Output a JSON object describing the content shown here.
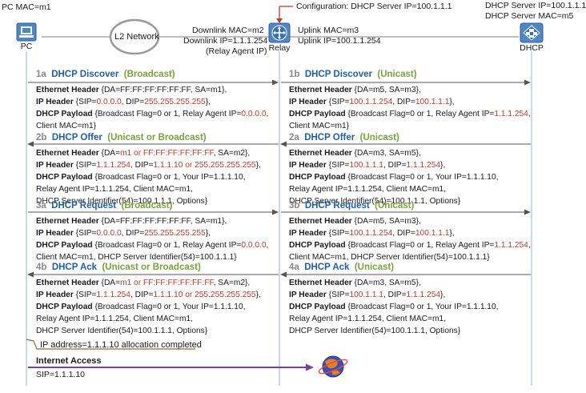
{
  "top": {
    "pc_mac": "PC MAC=m1",
    "config": "Configuration: DHCP Server IP=100.1.1.1",
    "server_ip": "DHCP Server IP=100.1.1.1",
    "server_mac": "DHCP Server MAC=m5",
    "downlink_mac": "Downlink MAC=m2",
    "downlink_ip": "Downlink IP=1.1.1.254",
    "relay_agent_ip": "(Relay Agent IP)",
    "uplink_mac": "Uplink MAC=m3",
    "uplink_ip": "Uplink IP=100.1.1.254"
  },
  "nodes": {
    "pc": "PC",
    "network": "L2 Network",
    "relay": "Relay",
    "dhcp": "DHCP"
  },
  "steps": {
    "s1a": {
      "num": "1a",
      "name": "DHCP Discover",
      "mode": "(Broadcast)",
      "eth_label": "Ethernet Header",
      "eth_text": "{DA=FF:FF:FF:FF:FF:FF, SA=m1},",
      "ip_label": "IP Header",
      "ip_a": "{SIP=",
      "ip_sip": "0.0.0.0",
      "ip_b": ", DIP=",
      "ip_dip": "255.255.255.255",
      "ip_c": "},",
      "pl_label": "DHCP Payload",
      "pl_a": "{Broadcast Flag=0 or 1, Relay Agent IP=",
      "pl_red": "0.0.0.0",
      "pl_b": ",",
      "l4": "Client MAC=m1}"
    },
    "s1b": {
      "num": "1b",
      "name": "DHCP Discover",
      "mode": "(Unicast)",
      "eth_label": "Ethernet Header",
      "eth_text": "{DA=m5, SA=m3},",
      "ip_label": "IP Header",
      "ip_a": "{SIP=",
      "ip_sip": "100.1.1.254",
      "ip_b": ", DIP=",
      "ip_dip": "100.1.1.1",
      "ip_c": "},",
      "pl_label": "DHCP Payload",
      "pl_a": "{Broadcast Flag=0 or 1, Relay Agent IP=",
      "pl_red": "1.1.1.254",
      "pl_b": ",",
      "l4": "Client MAC=m1}"
    },
    "s2b": {
      "num": "2b",
      "name": "DHCP Offer",
      "mode": "(Unicast or Broadcast)",
      "eth_label": "Ethernet Header",
      "eth_a": "{DA=",
      "eth_red": "m1 or FF:FF:FF:FF:FF:FF",
      "eth_b": ", SA=m2},",
      "ip_label": "IP Header",
      "ip_a": "{SIP=",
      "ip_sip": "1.1.1.254",
      "ip_b": ", DIP=",
      "ip_dip": "1.1.1.10 or 255.255.255.255",
      "ip_c": "},",
      "pl_label": "DHCP Payload",
      "pl_text": "{Broadcast Flag=0 or 1, Your IP=1.1.1.10,",
      "l4": "Relay Agent IP=1.1.1.254, Client MAC=m1,",
      "l5": "DHCP Server Identifier(54)=100.1.1.1, Options}"
    },
    "s2a": {
      "num": "2a",
      "name": "DHCP Offer",
      "mode": "(Unicast)",
      "eth_label": "Ethernet Header",
      "eth_text": "{DA=m3, SA=m5},",
      "ip_label": "IP Header",
      "ip_a": "{SIP=",
      "ip_sip": "100.1.1.1",
      "ip_b": ", DIP=",
      "ip_dip": "1.1.1.254",
      "ip_c": "},",
      "pl_label": "DHCP Payload",
      "pl_text": "{Broadcast Flag=0 or 1, Your IP=1.1.1.10,",
      "l4": "Relay Agent IP=1.1.1.254, Client MAC=m1,",
      "l5": "DHCP Server Identifier(54)=100.1.1.1, Options}"
    },
    "s3a": {
      "num": "3a",
      "name": "DHCP Request",
      "mode": "(Broadcast)",
      "eth_label": "Ethernet Header",
      "eth_text": "{DA=FF:FF:FF:FF:FF:FF, SA=m1},",
      "ip_label": "IP Header",
      "ip_a": "{SIP=",
      "ip_sip": "0.0.0.0",
      "ip_b": ", DIP=",
      "ip_dip": "255.255.255.255",
      "ip_c": "},",
      "pl_label": "DHCP Payload",
      "pl_a": "{Broadcast Flag=0 or 1, Relay Agent IP=",
      "pl_red": "0.0.0.0",
      "pl_b": ",",
      "l4": "Client MAC=m1, DHCP Server Identifier(54)=100.1.1.1}"
    },
    "s3b": {
      "num": "3b",
      "name": "DHCP Request",
      "mode": "(Unicast)",
      "eth_label": "Ethernet Header",
      "eth_text": "{DA=m5, SA=m3},",
      "ip_label": "IP Header",
      "ip_a": "{SIP=",
      "ip_sip": "100.1.1.254",
      "ip_b": ", DIP=",
      "ip_dip": "100.1.1.1",
      "ip_c": "},",
      "pl_label": "DHCP Payload",
      "pl_a": "{Broadcast Flag=0 or 1, Relay Agent IP=",
      "pl_red": "1.1.1.254",
      "pl_b": ",",
      "l4": "Client MAC=m1, DHCP Server Identifier(54)=100.1.1.1}"
    },
    "s4b": {
      "num": "4b",
      "name": "DHCP Ack",
      "mode": "(Unicast or Broadcast)",
      "eth_label": "Ethernet Header",
      "eth_a": "{DA=",
      "eth_red": "m1 or FF:FF:FF:FF:FF:FF",
      "eth_b": ", SA=m2},",
      "ip_label": "IP Header",
      "ip_a": "{SIP=",
      "ip_sip": "1.1.1.254",
      "ip_b": ", DIP=",
      "ip_dip": "1.1.1.10 or 255.255.255.255",
      "ip_c": "},",
      "pl_label": "DHCP Payload",
      "pl_text": "{Broadcast Flag=0 or 1, Your IP=1.1.1.10,",
      "l4": "Relay Agent IP=1.1.1.254, Client MAC=m1,",
      "l5": "DHCP Server Identifier(54)=100.1.1.1, Options}"
    },
    "s4a": {
      "num": "4a",
      "name": "DHCP Ack",
      "mode": "(Unicast)",
      "eth_label": "Ethernet Header",
      "eth_text": "{DA=m3, SA=m5},",
      "ip_label": "IP Header",
      "ip_a": "{SIP=",
      "ip_sip": "100.1.1.1",
      "ip_b": ", DIP=",
      "ip_dip": "1.1.1.254",
      "ip_c": "},",
      "pl_label": "DHCP Payload",
      "pl_text": "{Broadcast Flag=0 or 1, Your IP=1.1.1.10,",
      "l4": "Relay Agent IP=1.1.1.254, Client MAC=m1,",
      "l5": "DHCP Server Identifier(54)=100.1.1.1, Options}"
    }
  },
  "bottom": {
    "allocation": "IP address=1.1.1.10 allocation completed",
    "internet": "Internet Access",
    "sip": "SIP=1.1.1.10"
  },
  "colors": {
    "lifeline": "#8fb4dc",
    "arrow": "#555555",
    "node_fill": "#4f86c6",
    "highlight_red": "#c0392b",
    "name_blue": "#1f5fa8",
    "mode_green": "#76a33a",
    "internet_arrow": "#7b3fa0"
  },
  "icons": {
    "pc": "computer-icon",
    "relay": "router-icon",
    "dhcp": "server-icon",
    "internet": "globe-icon"
  }
}
